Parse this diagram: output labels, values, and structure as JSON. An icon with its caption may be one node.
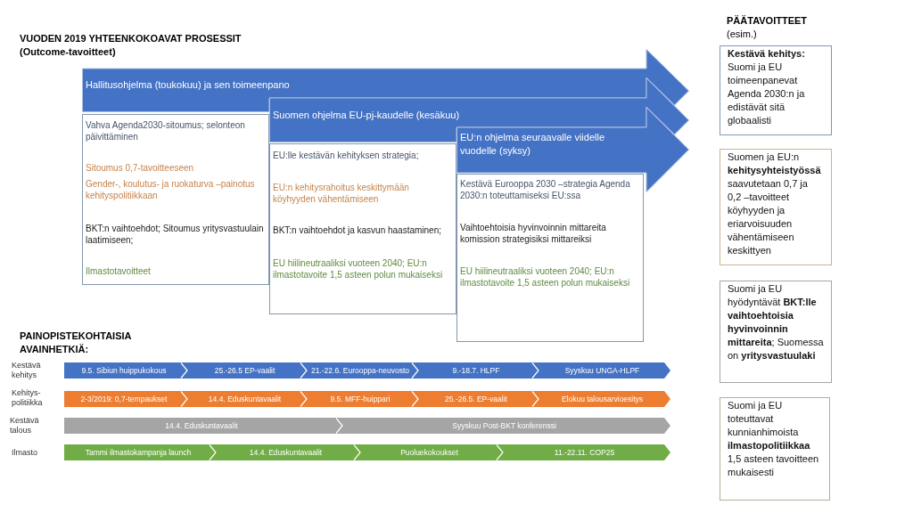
{
  "diagram": {
    "nodes": [
      {
        "text": [
          "Hallitusohjelma (toukokuu) ja sen toimeenpano"
        ]
      },
      {
        "text": [
          "Vahva Agenda2030-sitoumus; selonteon päivittäminen",
          "Sitoumus 0,7-tavoitteeseen",
          "Gender-, koulutus- ja ruokaturva –painotus kehityspolitiikkaan",
          "BKT:n vaihtoehdot; Sitoumus yritysvastuulain laatimiseen;",
          "Ilmastotavoitteet"
        ]
      },
      {
        "text": [
          "Suomen ohjelma EU-pj-kaudelle (kesäkuu)"
        ]
      },
      {
        "text": [
          "EU:lle kestävän kehityksen strategia;",
          "EU:n kehitysrahoitus keskittymään köyhyyden vähentämiseen",
          "BKT:n vaihtoehdot ja kasvun haastaminen;",
          "EU hiilineutraaliksi vuoteen 2040; EU:n ilmastotavoite 1,5 asteen polun mukaiseksi"
        ]
      },
      {
        "text": [
          "EU:n ohjelma seuraavalle viidelle vuodelle (syksy)"
        ]
      },
      {
        "text": [
          "Kestävä Eurooppa 2030 –strategia Agenda 2030:n toteuttamiseksi EU:ssa",
          "Vaihtoehtoisia hyvinvoinnin mittareita komission strategisiksi mittareiksi",
          "EU hiilineutraaliksi vuoteen 2040; EU:n ilmastotavoite 1,5 asteen polun mukaiseksi"
        ]
      },
      {
        "text": [
          "9.5. Sibiun huippukokous",
          "25.-26.5 EP-vaalit",
          "21.-22.6. Eurooppa-neuvosto",
          "9.-18.7. HLPF",
          "Syyskuu UNGA-HLPF"
        ],
        "beside": [
          "Kestävä kehitys"
        ]
      },
      {
        "text": [
          "2-3/2019: 0,7-tempaukset",
          "14.4. Eduskuntavaalit",
          "9.5. MFF-huippari",
          "25.-26.5. EP-vaalit",
          "Elokuu talousarvioesitys"
        ],
        "beside": [
          "Kehitys- politiikka"
        ]
      },
      {
        "text": [
          "14.4. Eduskuntavaalit",
          "Syyskuu Post-BKT konferenssi"
        ],
        "beside": [
          "Kestävä talous"
        ]
      },
      {
        "text": [
          "Tammi ilmastokampanja launch",
          "14.4. Eduskuntavaalit",
          "Puoluekokoukset",
          "11.-22.11. COP25"
        ],
        "beside": [
          "Ilmasto"
        ]
      },
      {
        "text": [
          "**Kestävä kehitys:** Suomi ja EU toimeenpanevat Agenda 2030:n ja edistävät sitä globaalisti"
        ]
      },
      {
        "text": [
          "Suomen ja EU:n **kehitysyhteistyössä** saavutetaan 0,7 ja 0,2 –tavoitteet köyhyyden ja eriarvoisuuden vähentämiseen keskittyen"
        ]
      },
      {
        "text": [
          "Suomi ja EU hyödyntävät **BKT:lle vaihtoehtoisia hyvinvoinnin mittareita**; Suomessa on **yritysvastuulaki**"
        ]
      },
      {
        "text": [
          "Suomi ja EU toteuttavat kunnianhimoista **ilmastopolitiikkaa** 1,5 asteen tavoitteen mukaisesti"
        ]
      }
    ],
    "labels": [
      "VUODEN 2019 YHTEENKOKOAVAT PROSESSIT (Outcome-tavoitteet)",
      "**PÄÄTAVOITTEET** (esim.)",
      "PAINOPISTEKOHTAISIA AVAINHETKIÄ:"
    ]
  }
}
